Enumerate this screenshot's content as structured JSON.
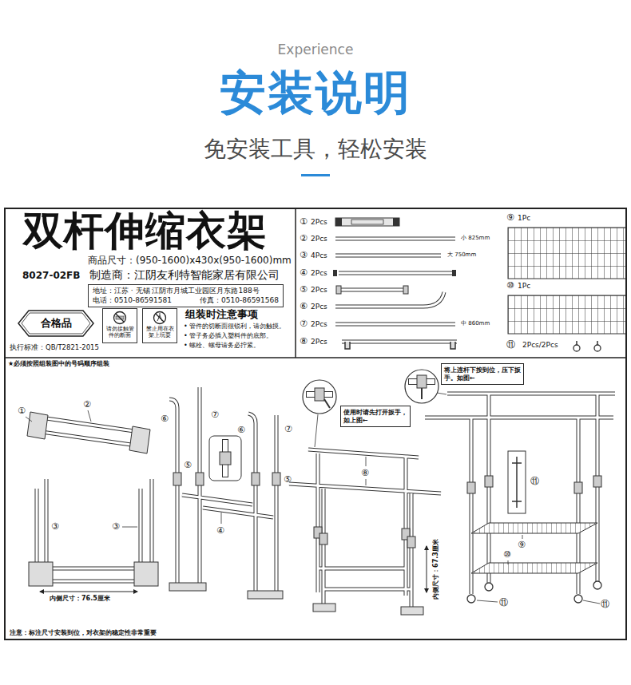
{
  "diagram": {
    "title": "安装说明",
    "nodes": [
      {
        "text": [
          "双杆伸缩衣架"
        ]
      },
      {
        "text": [
          "地址：江苏 · 无锡 江阴市月城工业园区月东路188号",
          "电话：0510-86591581",
          "传真：0510-86591568"
        ],
        "in": 0
      },
      {
        "text": [
          "合格品"
        ],
        "in": 0
      },
      {
        "text": [
          "请勿接触管件的断面"
        ],
        "in": 0
      },
      {
        "text": [
          "禁止用在衣架上玩耍"
        ],
        "in": 0
      },
      {
        "text": [
          "使用时请先打开扳手，如上图←"
        ],
        "in": 0
      },
      {
        "text": [
          "将上连杆下按到位，压下扳手。如图←"
        ],
        "in": 0
      }
    ],
    "labels": [
      "Experience",
      "免安装工具，轻松安装",
      "商品尺寸：(950-1600)x430x(950-1600)mm",
      "8027-02FB",
      "制造商：江阴友利特智能家居有限公司",
      "组装时注意事项",
      "• 管件的切断面很锐利，请勿触摸。",
      "• 管子务必插入塑料件的底部。",
      "• 螺栓、螺母请务必拧紧。",
      "执行标准：QB/T2821-2015",
      "①",
      "2Pcs",
      "②",
      "2Pcs",
      "小 825mm",
      "③",
      "4Pcs",
      "大 750mm",
      "④",
      "2Pcs",
      "⑤",
      "2Pcs",
      "⑥",
      "2Pcs",
      "⑦",
      "2Pcs",
      "中 860mm",
      "⑧",
      "2Pcs",
      "⑨",
      "1Pc",
      "⑩",
      "1Pc",
      "⑪",
      "2Pcs/2Pcs",
      "★必须按照组装图中的号码顺序组装",
      "①",
      "②",
      "③",
      "③",
      "内侧尺寸：76.5厘米",
      "⑥",
      "⑦",
      "⑥",
      "⑦",
      "⑤",
      "⑤",
      "④",
      "⑧",
      "内侧尺寸：67.3厘米",
      "⑪",
      "⑨",
      "⑩",
      "⑪",
      "⑪",
      "注意：标注尺寸安装到位，对衣架的稳定性非常重要"
    ]
  }
}
